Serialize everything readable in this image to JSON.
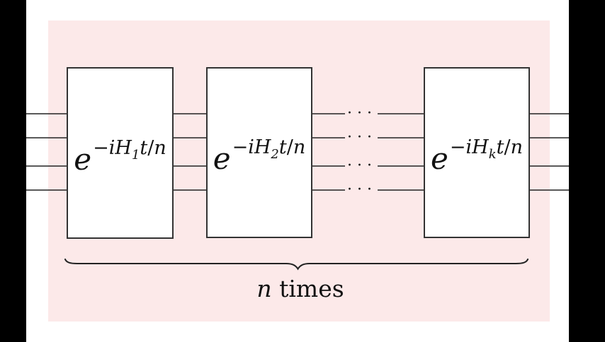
{
  "scene": {
    "panel_color": "#fce9e9",
    "bar_color": "#000000",
    "ink_color": "#222222",
    "box_border_color": "#333333"
  },
  "circuit": {
    "wire_count": 4,
    "ellipsis": "···",
    "gates": [
      {
        "base": "e",
        "minus": "−",
        "letters": "iH",
        "subscript": "1",
        "time": "t",
        "slash": "/",
        "denom": "n"
      },
      {
        "base": "e",
        "minus": "−",
        "letters": "iH",
        "subscript": "2",
        "time": "t",
        "slash": "/",
        "denom": "n"
      },
      {
        "base": "e",
        "minus": "−",
        "letters": "iH",
        "subscript": "k",
        "time": "t",
        "slash": "/",
        "denom": "n"
      }
    ]
  },
  "caption": {
    "variable": "n",
    "text": " times"
  }
}
